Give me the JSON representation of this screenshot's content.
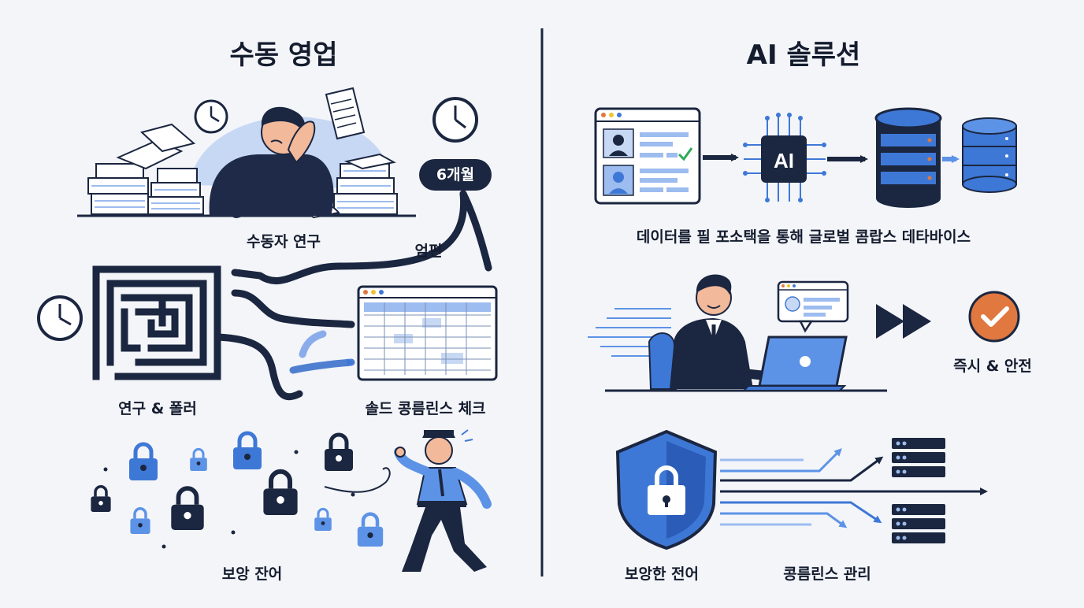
{
  "left_panel": {
    "title": "수동 영업",
    "duration_badge": "6개월",
    "labels": {
      "manual_research": "수동자 연구",
      "connector_note": "엄편",
      "research_and_filler": "연구 & 폴러",
      "sold_compliance_check": "솔드 콩름린스 체크",
      "security_error": "보앙 잔어"
    }
  },
  "right_panel": {
    "title": "AI 솔루션",
    "ai_chip_label": "AI",
    "labels": {
      "data_pipeline": "데이터를 필 포소택을 통해 글로벌 콤랍스 데타바이스",
      "instant_and_safe": "즉시 & 안전",
      "secure_control": "보앙한 전어",
      "compliance_management": "콩름린스 관리"
    }
  },
  "colors": {
    "navy": "#1b2640",
    "blue": "#3e78d6",
    "light_blue": "#9dbcef",
    "pale_blue": "#dbe6f7",
    "orange": "#e0783f",
    "check_green": "#2faa5a",
    "background": "#f3f5f9"
  }
}
